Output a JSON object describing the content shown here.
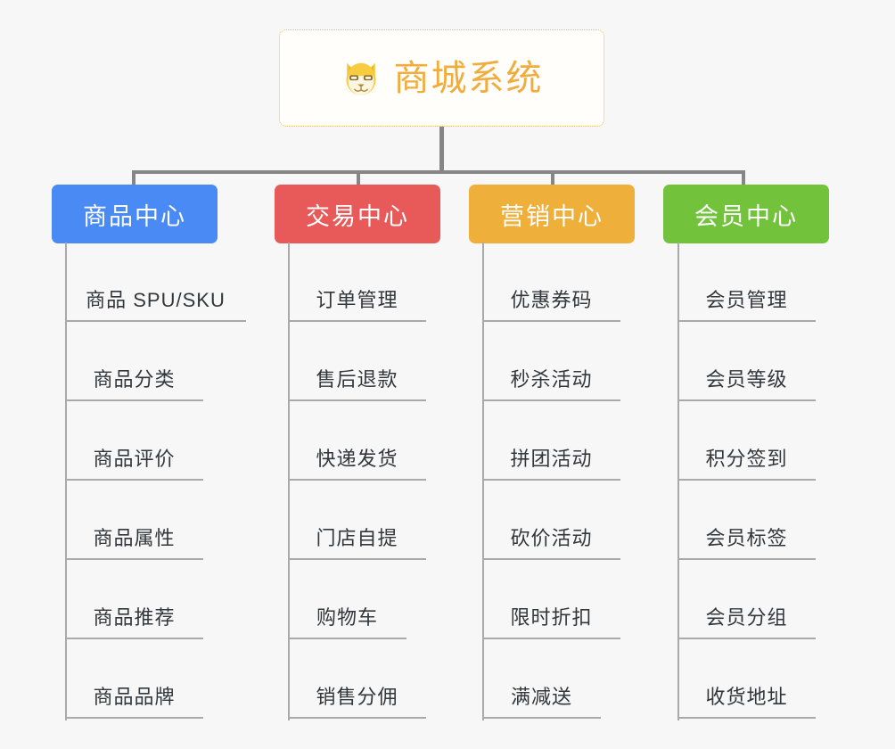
{
  "background_color": "#f7f7f7",
  "root": {
    "title": "商城系统",
    "icon": "shiba-dog-icon",
    "text_color": "#f0ad3e",
    "border_color": "#f0b952"
  },
  "connector_color": "#868686",
  "leaf_line_color": "#a9a9a9",
  "leaf_text_color": "#32373c",
  "categories": [
    {
      "label": "商品中心",
      "color": "#4a8af4",
      "items": [
        "商品 SPU/SKU",
        "商品分类",
        "商品评价",
        "商品属性",
        "商品推荐",
        "商品品牌"
      ]
    },
    {
      "label": "交易中心",
      "color": "#e85a5a",
      "items": [
        "订单管理",
        "售后退款",
        "快递发货",
        "门店自提",
        "购物车",
        "销售分佣"
      ]
    },
    {
      "label": "营销中心",
      "color": "#eeaf3b",
      "items": [
        "优惠券码",
        "秒杀活动",
        "拼团活动",
        "砍价活动",
        "限时折扣",
        "满减送"
      ]
    },
    {
      "label": "会员中心",
      "color": "#72c23c",
      "items": [
        "会员管理",
        "会员等级",
        "积分签到",
        "会员标签",
        "会员分组",
        "收货地址"
      ]
    }
  ]
}
